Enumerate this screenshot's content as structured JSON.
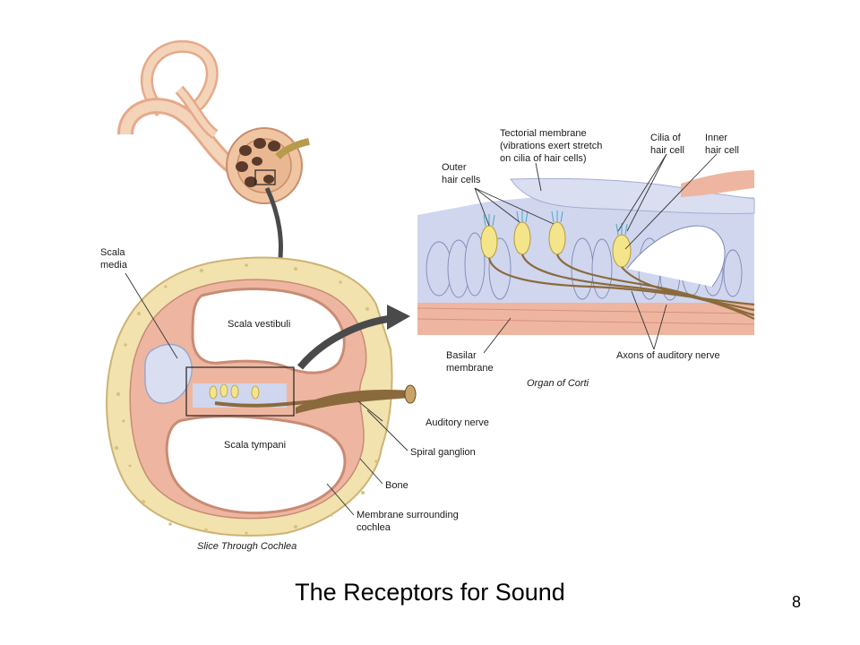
{
  "slide": {
    "title": "The Receptors for Sound",
    "number": "8"
  },
  "diagram": {
    "cochlea_labels": {
      "scala_media": [
        "Scala",
        "media"
      ],
      "scala_vestibuli": "Scala vestibuli",
      "scala_tympani": "Scala tympani",
      "auditory_nerve": "Auditory nerve",
      "spiral_ganglion": "Spiral ganglion",
      "bone": "Bone",
      "membrane": [
        "Membrane surrounding",
        "cochlea"
      ],
      "caption": "Slice Through Cochlea"
    },
    "corti_labels": {
      "tectorial": [
        "Tectorial membrane",
        "(vibrations exert stretch",
        "on cilia of hair cells)"
      ],
      "outer_hair_cells": [
        "Outer",
        "hair cells"
      ],
      "cilia": [
        "Cilia of",
        "hair cell"
      ],
      "inner_hair_cell": [
        "Inner",
        "hair cell"
      ],
      "basilar": [
        "Basilar",
        "membrane"
      ],
      "axons": "Axons of auditory nerve",
      "caption": "Organ of Corti"
    },
    "colors": {
      "bone": "#f1e2ae",
      "bone_dots": "#d8c07d",
      "membrane_pink": "#eeb6a0",
      "scala_media": "#d9def1",
      "hair_cell": "#f4e58a",
      "cell_blue": "#cfd6ee",
      "nerve": "#8a6a3c",
      "skin": "#f0c6a2"
    }
  }
}
